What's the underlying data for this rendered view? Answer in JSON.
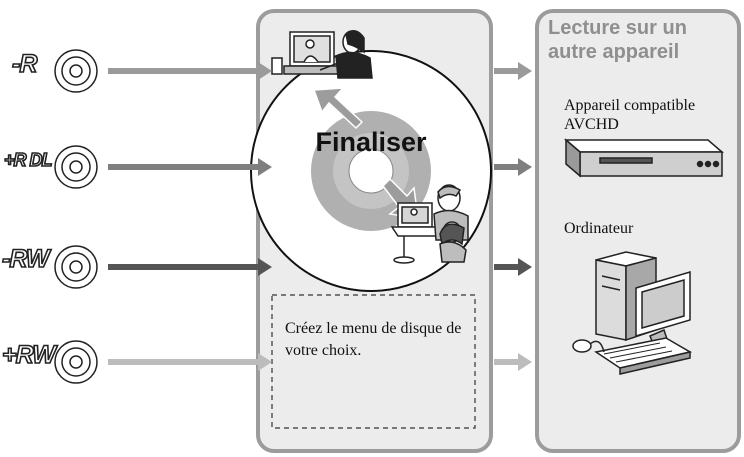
{
  "discs": [
    {
      "label": "-R",
      "arrow_color": "#9a9a9a"
    },
    {
      "label": "+R DL",
      "arrow_color": "#7f7f7f"
    },
    {
      "label": "-RW",
      "arrow_color": "#555555"
    },
    {
      "label": "+RW",
      "arrow_color": "#bcbcbc"
    }
  ],
  "center": {
    "finaliser": "Finaliser",
    "menu_text": "Créez le menu de disque de votre choix."
  },
  "right_panel": {
    "title": "Lecture sur un autre appareil",
    "device1": "Appareil compatible AVCHD",
    "device2": "Ordinateur"
  },
  "colors": {
    "panel_fill": "#ececec",
    "panel_border": "#9c9c9c",
    "disc_hole": "#b0b0b0"
  },
  "icons": [
    "cd-icon",
    "tv-viewer-illustration",
    "laptop-family-illustration",
    "bluray-player-icon",
    "desktop-computer-icon"
  ]
}
